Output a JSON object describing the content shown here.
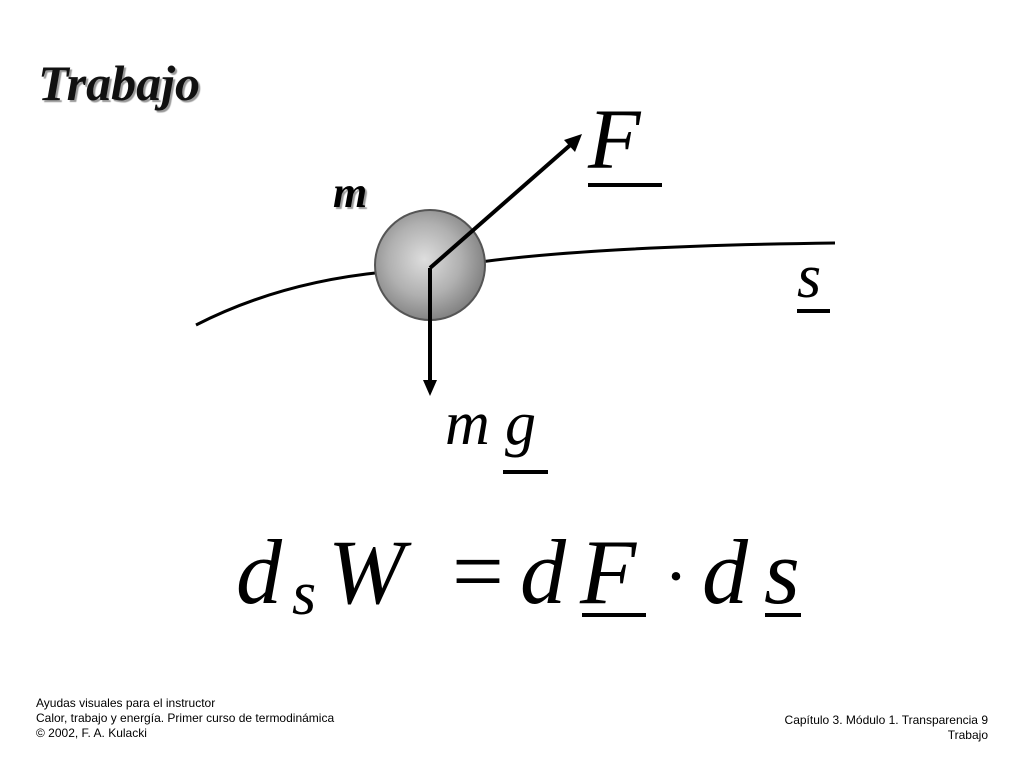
{
  "title": "Trabajo",
  "labels": {
    "mass": "m",
    "force": "F",
    "path": "s",
    "weight_m": "m",
    "weight_g": "g"
  },
  "equation": {
    "d1": "d",
    "sub_s": "s",
    "W": "W",
    "equals": "=",
    "d2": "d",
    "F": "F",
    "dot": "·",
    "d3": "d",
    "s": "s"
  },
  "footer": {
    "left": [
      "Ayudas visuales para el instructor",
      "Calor, trabajo y energía. Primer curso de termodinámica",
      "© 2002, F. A. Kulacki"
    ],
    "right": [
      "Capítulo 3.  Módulo 1. Transparencia 9",
      "Trabajo"
    ]
  },
  "colors": {
    "background": "#ffffff",
    "ink": "#000000",
    "sphere_light": "#dddddd",
    "sphere_dark": "#808080"
  }
}
